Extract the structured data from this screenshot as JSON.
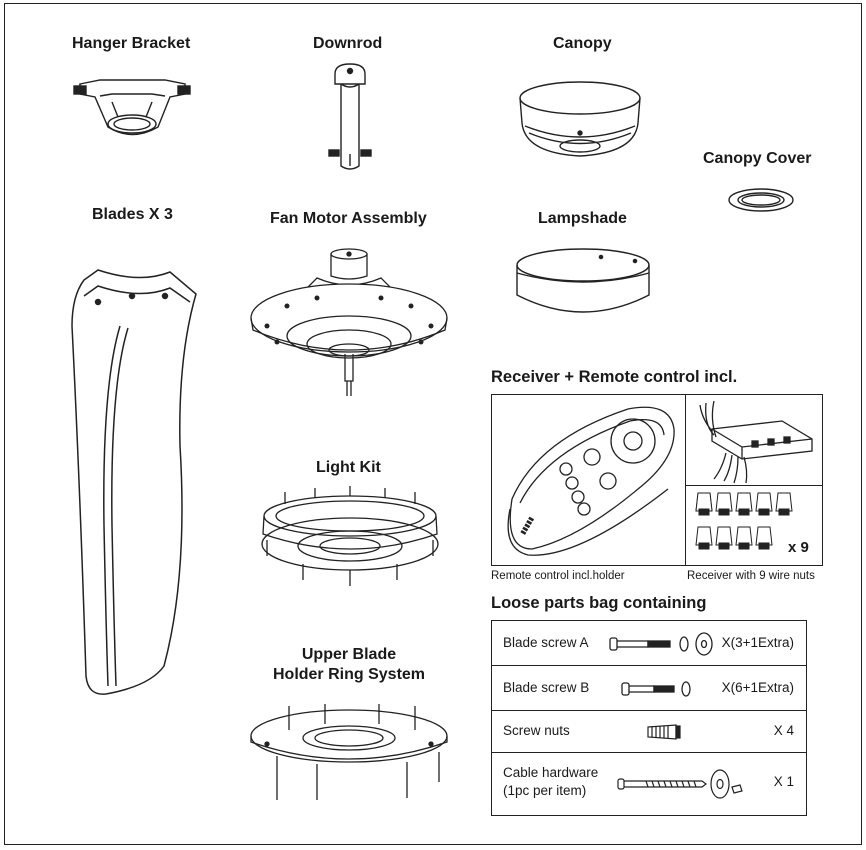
{
  "parts": {
    "hanger_bracket": "Hanger Bracket",
    "downrod": "Downrod",
    "canopy": "Canopy",
    "canopy_cover": "Canopy Cover",
    "blades": "Blades X 3",
    "fan_motor": "Fan Motor Assembly",
    "lampshade": "Lampshade",
    "light_kit": "Light Kit",
    "upper_blade_line1": "Upper Blade",
    "upper_blade_line2": "Holder Ring System"
  },
  "receiver": {
    "title": "Receiver + Remote control incl.",
    "remote_caption": "Remote control incl.holder",
    "receiver_caption": "Receiver with 9 wire nuts",
    "nuts_count": "x 9"
  },
  "loose_parts": {
    "title": "Loose parts bag containing",
    "rows": [
      {
        "name": "Blade screw A",
        "qty": "X(3+1Extra)"
      },
      {
        "name": "Blade screw B",
        "qty": "X(6+1Extra)"
      },
      {
        "name": "Screw nuts",
        "qty": "X 4"
      },
      {
        "name": "Cable hardware",
        "name2": "(1pc per item)",
        "qty": "X 1"
      }
    ]
  }
}
